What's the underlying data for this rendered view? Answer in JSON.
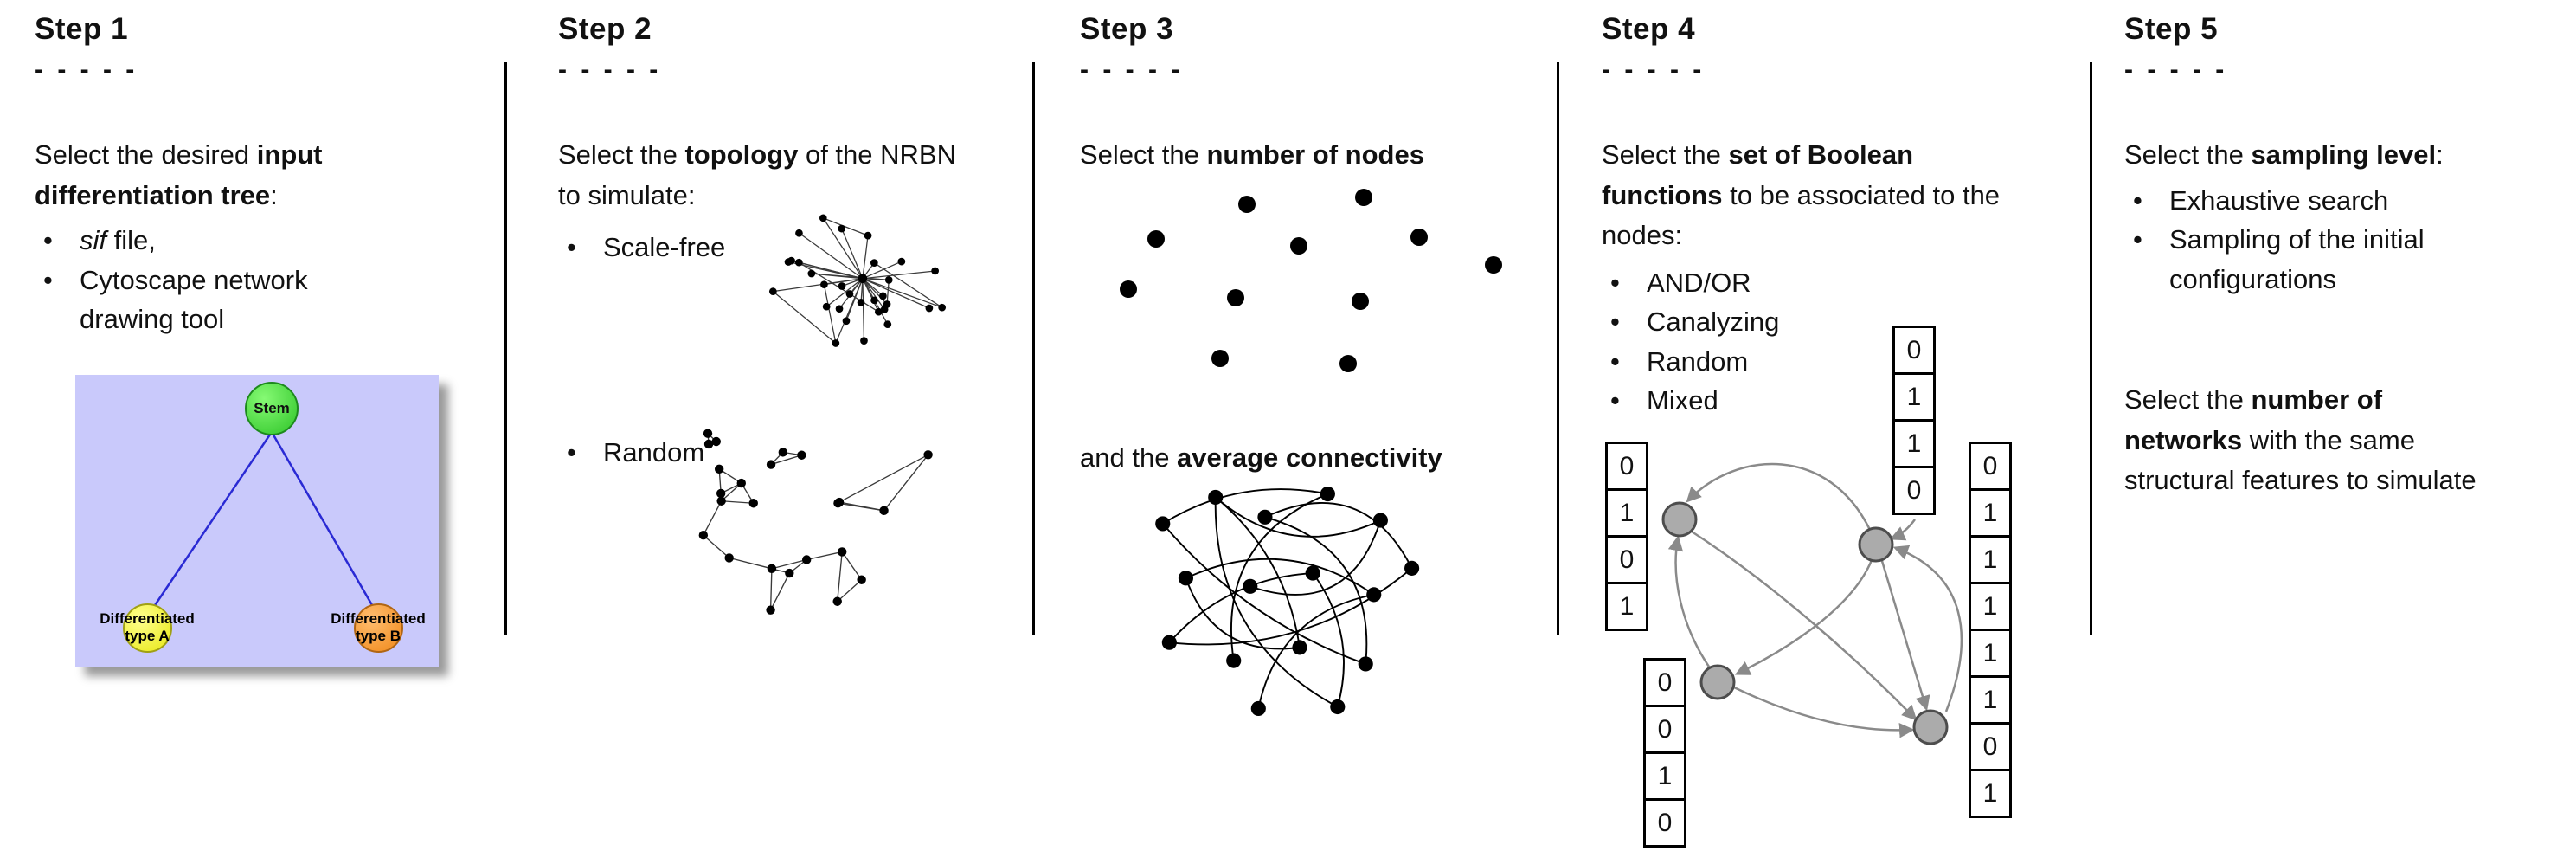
{
  "page": {
    "background": "#ffffff",
    "divider_color": "#000000"
  },
  "steps": [
    {
      "title": "Step 1",
      "dashes": "- - - - -",
      "intro": {
        "pre": "Select the desired ",
        "bold": "input differentiation tree",
        "post": ":"
      },
      "bullets": [
        {
          "italic": "sif",
          "text": " file,"
        },
        {
          "text": "Cytoscape network drawing tool"
        }
      ],
      "tree": {
        "root_label": "Stem",
        "left_label_line1": "Differentiated",
        "left_label_line2": "type A",
        "right_label_line1": "Differentiated",
        "right_label_line2": "type B",
        "background_color": "#c9c9fb",
        "root_color": "#2ec428",
        "left_color": "#e8e814",
        "right_color": "#f08818",
        "edge_color": "#2a2ad4"
      }
    },
    {
      "title": "Step 2",
      "dashes": "- - - - -",
      "intro": {
        "pre": "Select the ",
        "bold": "topology",
        "post": " of the NRBN to simulate:"
      },
      "bullets": [
        {
          "text": "Scale-free"
        },
        {
          "text": "Random"
        }
      ],
      "graphics": [
        {
          "name": "scale-free-network-graphic"
        },
        {
          "name": "random-network-graphic"
        }
      ]
    },
    {
      "title": "Step 3",
      "dashes": "- - - - -",
      "intro": {
        "pre": "Select the ",
        "bold": "number of nodes",
        "post": ""
      },
      "second": {
        "pre": "and the ",
        "bold": "average connectivity",
        "post": ""
      },
      "graphics": [
        {
          "name": "scattered-nodes-graphic"
        },
        {
          "name": "connectivity-graphic"
        }
      ]
    },
    {
      "title": "Step 4",
      "dashes": "- - - - -",
      "intro": {
        "pre": "Select the ",
        "bold": "set of Boolean functions",
        "post": " to be associated to the nodes:"
      },
      "bullets": [
        {
          "text": "AND/OR"
        },
        {
          "text": "Canalyzing"
        },
        {
          "text": "Random"
        },
        {
          "text": "Mixed"
        }
      ],
      "truth_tables": {
        "left": [
          "0",
          "1",
          "0",
          "1"
        ],
        "top": [
          "0",
          "1",
          "1",
          "0"
        ],
        "bottom_left": [
          "0",
          "0",
          "1",
          "0"
        ],
        "right": [
          "0",
          "1",
          "1",
          "1",
          "1",
          "1",
          "0",
          "1"
        ]
      },
      "node_color": "#ababab",
      "arrow_color": "#8a8a8a"
    },
    {
      "title": "Step 5",
      "dashes": "- - - - -",
      "intro": {
        "pre": "Select the ",
        "bold": "sampling level",
        "post": ":"
      },
      "bullets": [
        {
          "text": "Exhaustive search"
        },
        {
          "text": "Sampling of the initial configurations"
        }
      ],
      "second": {
        "pre": "Select the ",
        "bold": "number of networks",
        "post": " with the same structural features to simulate"
      }
    }
  ]
}
